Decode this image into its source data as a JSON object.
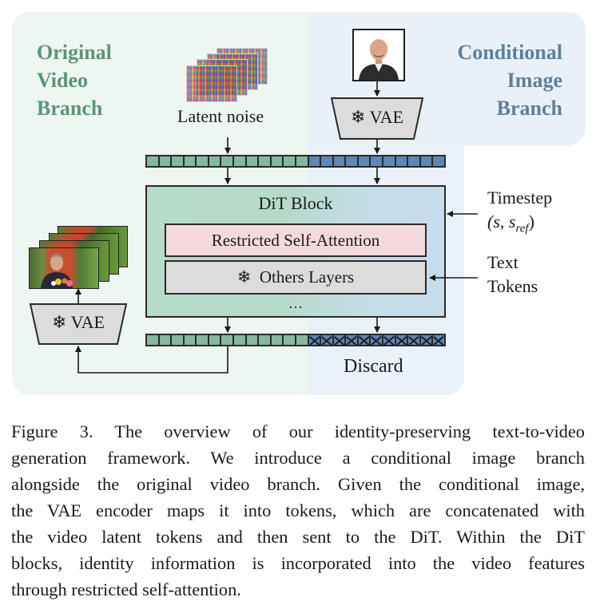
{
  "branches": {
    "video": {
      "title_lines": [
        "Original",
        "Video",
        "Branch"
      ],
      "color": "#5a9479"
    },
    "image": {
      "title_lines": [
        "Conditional",
        "Image",
        "Branch"
      ],
      "color": "#5f7f9c"
    }
  },
  "inputs": {
    "latent_noise_label": "Latent noise",
    "reference_image": "reference-face-photo"
  },
  "vae": {
    "encoder_label": "VAE",
    "decoder_label": "VAE",
    "frozen_icon": "snowflake-icon",
    "frozen_glyph": "❄"
  },
  "tokens": {
    "video_count": 13,
    "image_count": 11,
    "video_color": "#84b89f",
    "image_color": "#5f86b4"
  },
  "dit_block": {
    "title": "DiT Block",
    "layers": [
      {
        "label": "Restricted Self-Attention",
        "frozen": false,
        "color": "#f5dadd"
      },
      {
        "label": "Others Layers",
        "frozen": true,
        "color": "#dcdcdc"
      }
    ],
    "ellipsis": "…"
  },
  "conditions": {
    "timestep_line1": "Timestep",
    "timestep_line2": "(s, s",
    "timestep_sub": "ref",
    "timestep_close": ")",
    "text_line1": "Text",
    "text_line2": "Tokens"
  },
  "output": {
    "discard_label": "Discard",
    "output_frames": "generated-video-frames"
  },
  "caption": {
    "lines": [
      "Figure 3. The overview of our identity-preserving text-to-video",
      "generation framework. We introduce a conditional image branch",
      "alongside the original video branch. Given the conditional image,",
      "the VAE encoder maps it into tokens, which are concatenated with",
      "the video latent tokens and then sent to the DiT. Within the DiT",
      "blocks, identity information is incorporated into the video features",
      "through restricted self-attention."
    ]
  }
}
